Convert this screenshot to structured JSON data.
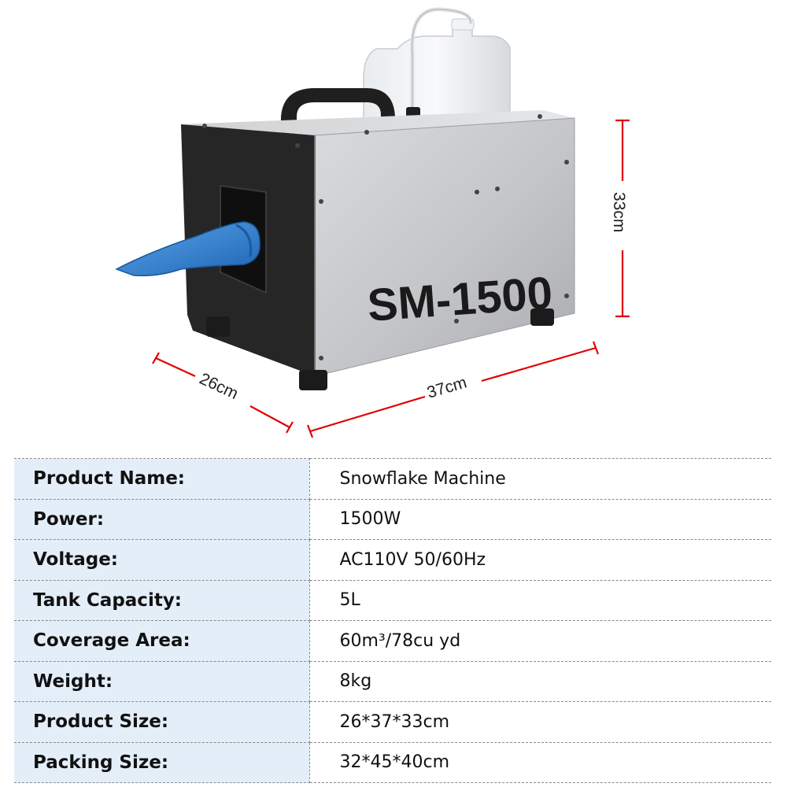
{
  "product_image": {
    "model_label": "SM-1500",
    "dimensions": {
      "height_label": "33cm",
      "width_label": "37cm",
      "depth_label": "26cm"
    },
    "colors": {
      "dimension_line": "#e00000",
      "cabinet_front": "#c7c9cb",
      "cabinet_body": "#2a2a2a",
      "nozzle": "#2f7fd0"
    }
  },
  "spec_table": {
    "rows": [
      {
        "label": "Product Name:",
        "value": "Snowflake Machine"
      },
      {
        "label": "Power:",
        "value": "1500W"
      },
      {
        "label": "Voltage:",
        "value": "AC110V 50/60Hz"
      },
      {
        "label": "Tank Capacity:",
        "value": "5L"
      },
      {
        "label": "Coverage Area:",
        "value": "60m³/78cu yd"
      },
      {
        "label": "Weight:",
        "value": "8kg"
      },
      {
        "label": "Product Size:",
        "value": "26*37*33cm"
      },
      {
        "label": "Packing Size:",
        "value": "32*45*40cm"
      }
    ]
  }
}
